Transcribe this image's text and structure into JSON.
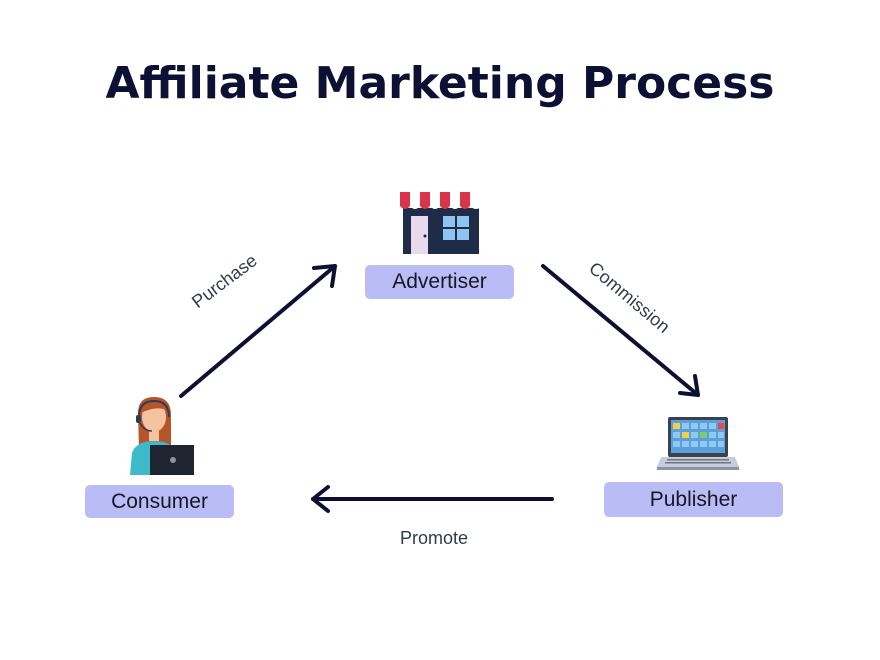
{
  "title": "Affiliate Marketing Process",
  "nodes": {
    "advertiser": {
      "label": "Advertiser",
      "icon": "storefront-icon"
    },
    "consumer": {
      "label": "Consumer",
      "icon": "person-with-laptop-icon"
    },
    "publisher": {
      "label": "Publisher",
      "icon": "laptop-icon"
    }
  },
  "edges": {
    "purchase": {
      "label": "Purchase",
      "from": "consumer",
      "to": "advertiser"
    },
    "commission": {
      "label": "Commission",
      "from": "advertiser",
      "to": "publisher"
    },
    "promote": {
      "label": "Promote",
      "from": "publisher",
      "to": "consumer"
    }
  },
  "colors": {
    "title": "#0c1033",
    "node_fill": "#b9bcf5",
    "arrow": "#0c1033",
    "edge_text": "#2f3c4a"
  }
}
